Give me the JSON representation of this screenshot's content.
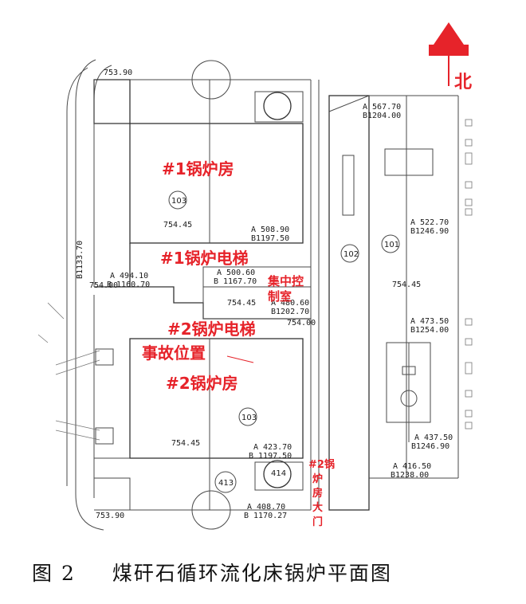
{
  "north_label": "北",
  "rooms": {
    "boiler1": "#1锅炉房",
    "elevator1": "#1锅炉电梯",
    "control_room_line1": "集中控",
    "control_room_line2": "制室",
    "elevator2": "#2锅炉电梯",
    "accident": "事故位置",
    "boiler2": "#2锅炉房",
    "door_line1": "#2锅",
    "door_line2": "炉",
    "door_line3": "房",
    "door_line4": "大",
    "door_line5": "门"
  },
  "circles": {
    "c103a": "103",
    "c103b": "103",
    "c102": "102",
    "c101": "101",
    "c414": "414",
    "c413": "413"
  },
  "dims": {
    "d753top": "753.90",
    "d753bot": "753.90",
    "db1133": "B1133.70",
    "d754a": "754.00",
    "d754b": "754.00",
    "d754_45a": "754.45",
    "d754_45b": "754.45",
    "d754_45c": "754.45",
    "d754_45d": "754.45",
    "a567": "A 567.70",
    "b1204": "B1204.00",
    "a522": "A 522.70",
    "b1246a": "B1246.90",
    "a508": "A 508.90",
    "b1197a": "B1197.50",
    "a494": "A 494.10",
    "b1160": "B 1160.70",
    "a500": "A 500.60",
    "b1167": "B 1167.70",
    "a480": "A 480.60",
    "b1202": "B1202.70",
    "a473": "A 473.50",
    "b1254": "B1254.00",
    "a437": "A 437.50",
    "b1246b": "B1246.90",
    "a423": "A 423.70",
    "b1197b": "B 1197.50",
    "a416": "A 416.50",
    "b1238": "B1238.00",
    "a408": "A 408.70",
    "b1170": "B 1170.27"
  },
  "caption": {
    "number": "图 2",
    "title": "煤矸石循环流化床锅炉平面图"
  },
  "colors": {
    "accent_red": "#e6232a"
  }
}
